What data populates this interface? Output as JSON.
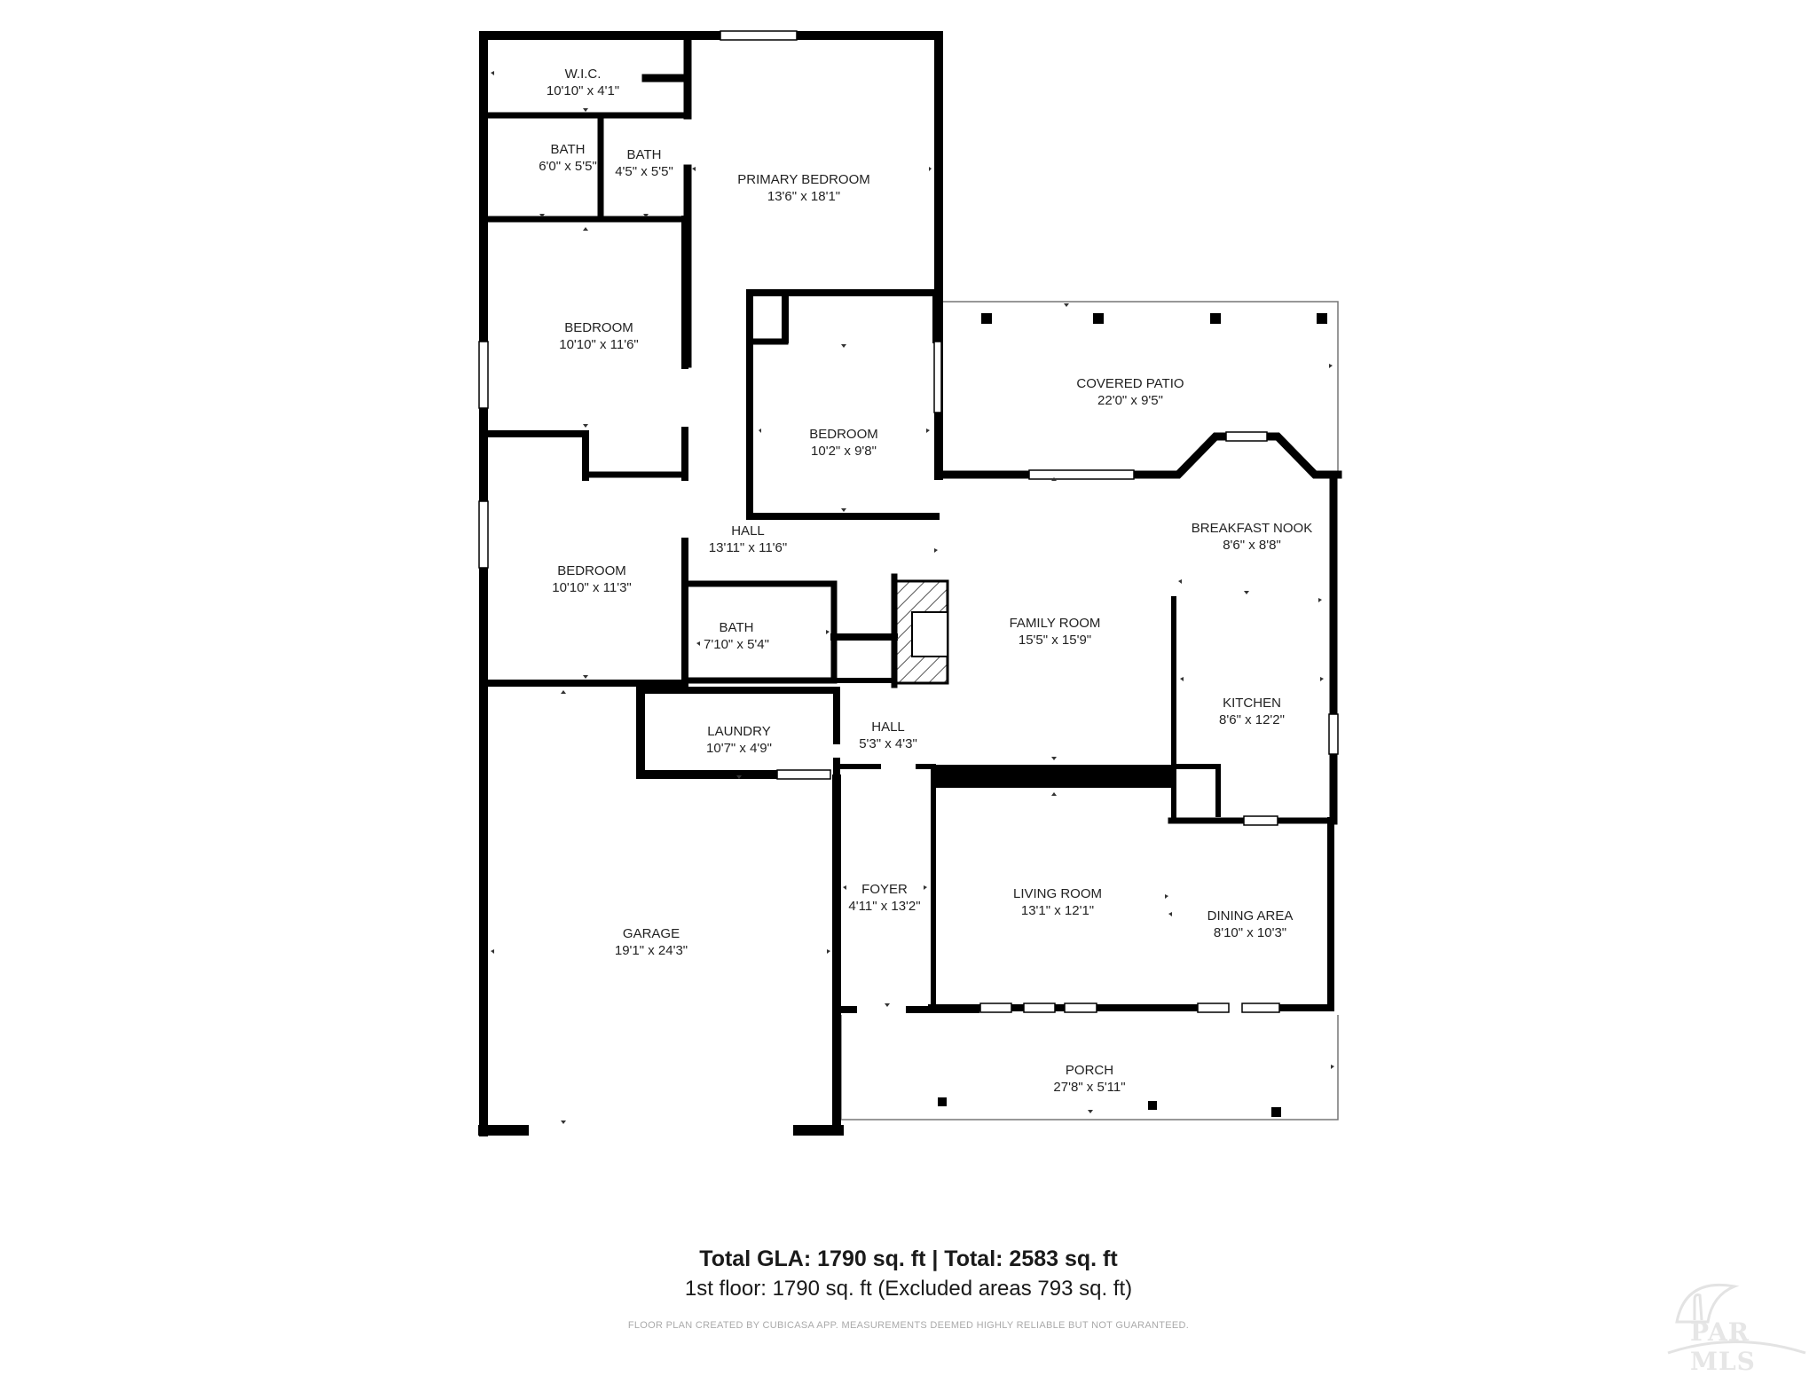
{
  "rooms": {
    "wic": {
      "name": "W.I.C.",
      "dim": "10'10\" x 4'1\""
    },
    "bath1": {
      "name": "BATH",
      "dim": "6'0\" x 5'5\""
    },
    "bath2": {
      "name": "BATH",
      "dim": "4'5\" x 5'5\""
    },
    "primary_bedroom": {
      "name": "PRIMARY BEDROOM",
      "dim": "13'6\" x 18'1\""
    },
    "bedroom1": {
      "name": "BEDROOM",
      "dim": "10'10\" x 11'6\""
    },
    "bedroom2": {
      "name": "BEDROOM",
      "dim": "10'2\" x 9'8\""
    },
    "covered_patio": {
      "name": "COVERED PATIO",
      "dim": "22'0\" x 9'5\""
    },
    "breakfast_nook": {
      "name": "BREAKFAST NOOK",
      "dim": "8'6\" x 8'8\""
    },
    "hall1": {
      "name": "HALL",
      "dim": "13'11\" x 11'6\""
    },
    "bedroom3": {
      "name": "BEDROOM",
      "dim": "10'10\" x 11'3\""
    },
    "bath3": {
      "name": "BATH",
      "dim": "7'10\" x 5'4\""
    },
    "family_room": {
      "name": "FAMILY ROOM",
      "dim": "15'5\" x 15'9\""
    },
    "kitchen": {
      "name": "KITCHEN",
      "dim": "8'6\" x 12'2\""
    },
    "laundry": {
      "name": "LAUNDRY",
      "dim": "10'7\" x 4'9\""
    },
    "hall2": {
      "name": "HALL",
      "dim": "5'3\" x 4'3\""
    },
    "foyer": {
      "name": "FOYER",
      "dim": "4'11\" x 13'2\""
    },
    "living_room": {
      "name": "LIVING ROOM",
      "dim": "13'1\" x 12'1\""
    },
    "dining_area": {
      "name": "DINING AREA",
      "dim": "8'10\" x 10'3\""
    },
    "garage": {
      "name": "GARAGE",
      "dim": "19'1\" x 24'3\""
    },
    "porch": {
      "name": "PORCH",
      "dim": "27'8\" x 5'11\""
    }
  },
  "summary": {
    "line1": "Total GLA: 1790 sq. ft | Total: 2583 sq. ft",
    "line2": "1st floor: 1790 sq. ft (Excluded areas 793 sq. ft)"
  },
  "disclaimer": "FLOOR PLAN CREATED BY CUBICASA APP. MEASUREMENTS DEEMED HIGHLY RELIABLE BUT NOT GUARANTEED.",
  "logo": {
    "text": "PAR MLS"
  },
  "colors": {
    "wall": "#000000",
    "background": "#ffffff",
    "text": "#222222"
  }
}
